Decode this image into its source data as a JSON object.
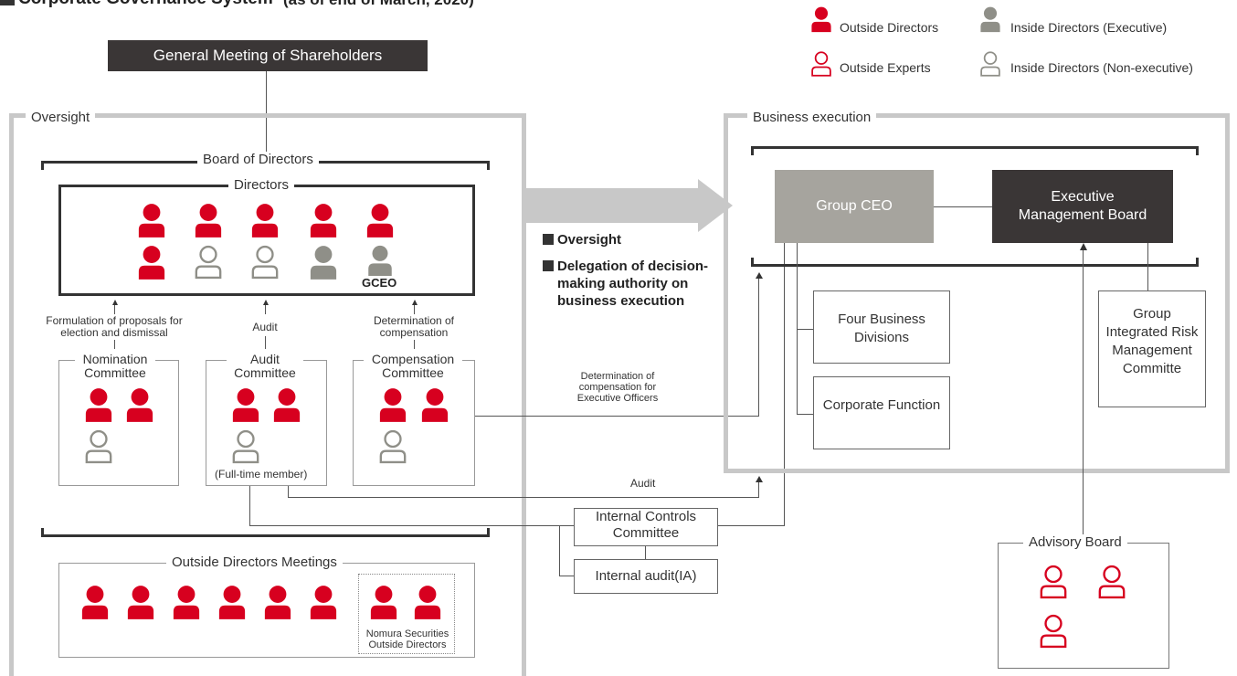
{
  "title": "Corporate Governance System",
  "as_of": "(as of end of March, 2020)",
  "legend": {
    "outside_directors": "Outside Directors",
    "inside_exec": "Inside Directors (Executive)",
    "outside_experts": "Outside Experts",
    "inside_nonexec": "Inside Directors (Non-executive)"
  },
  "gms": "General Meeting of Shareholders",
  "oversight_label": "Oversight",
  "board_label": "Board of Directors",
  "directors_label": "Directors",
  "gceo": "GCEO",
  "arrow_notes": {
    "nomination": "Formulation of proposals for election and dismissal",
    "audit": "Audit",
    "compensation": "Determination of compensation"
  },
  "committees": {
    "nomination": "Nomination Committee",
    "audit": "Audit Committee",
    "compensation": "Compensation Committee",
    "fulltime": "(Full-time member)"
  },
  "outside_meetings": "Outside Directors Meetings",
  "nomura": "Nomura Securities Outside Directors",
  "middle": {
    "oversight": "Oversight",
    "delegation": "Delegation of decision-making authority on business execution",
    "det_comp": "Determination of compensation for Executive Officers",
    "audit": "Audit"
  },
  "internal_controls": "Internal Controls Committee",
  "internal_audit": "Internal audit(IA)",
  "business_execution": "Business execution",
  "group_ceo": "Group CEO",
  "emb": "Executive Management Board",
  "four_divisions": "Four Business Divisions",
  "corp_function": "Corporate Function",
  "girm": "Group Integrated Risk Management Committe",
  "advisory_board": "Advisory Board",
  "colors": {
    "red": "#d7001f",
    "grey": "#8f8f88",
    "dark": "#3a3636"
  },
  "icons": [
    "outside-director-icon",
    "outside-expert-icon",
    "inside-director-executive-icon",
    "inside-director-nonexecutive-icon"
  ]
}
